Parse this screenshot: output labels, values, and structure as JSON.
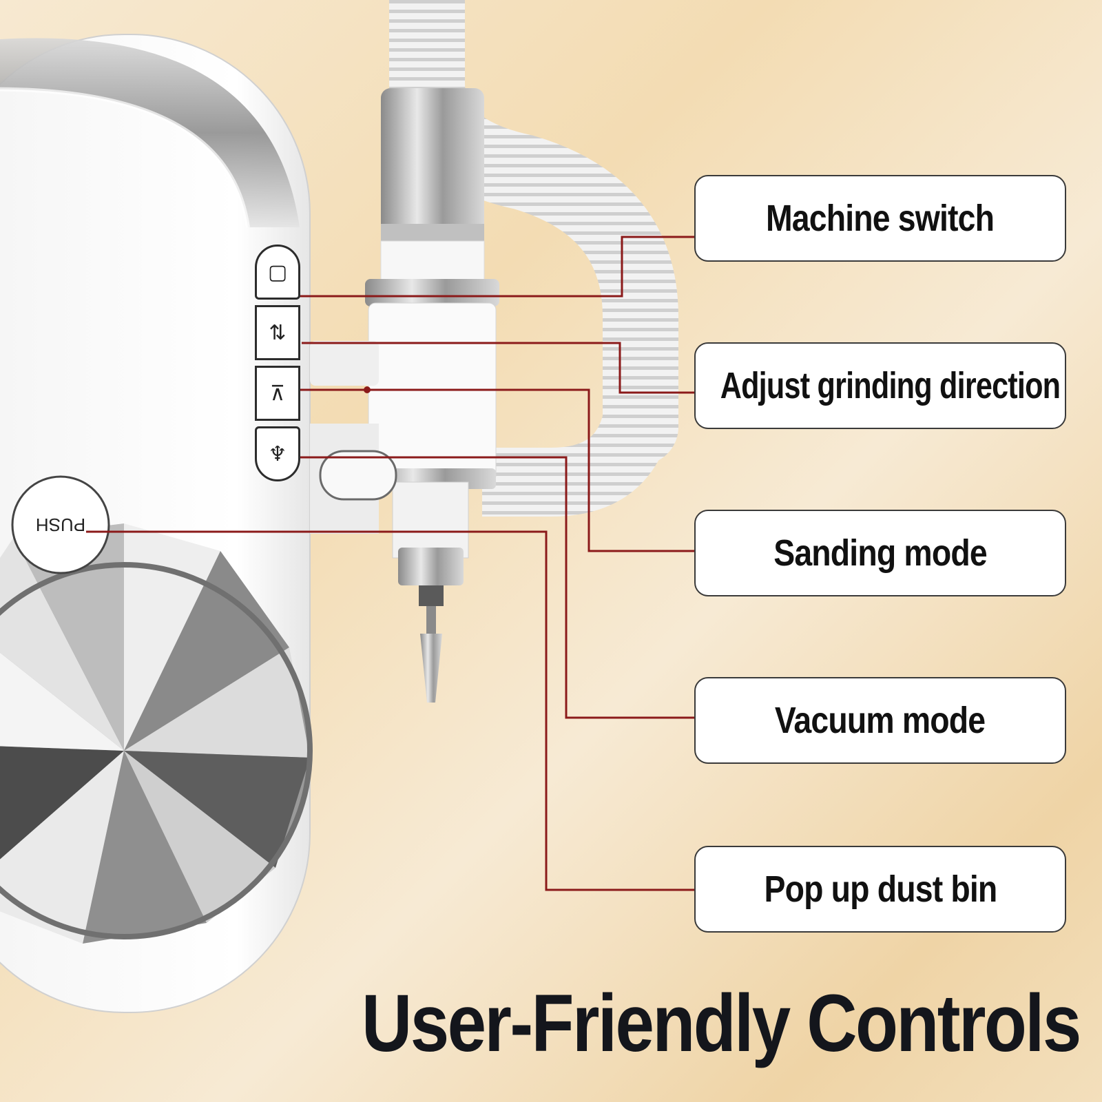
{
  "callouts": [
    {
      "id": "machine_switch",
      "label": "Machine switch"
    },
    {
      "id": "grinding_direction",
      "label": "Adjust grinding direction"
    },
    {
      "id": "sanding_mode",
      "label": "Sanding mode"
    },
    {
      "id": "vacuum_mode",
      "label": "Vacuum mode"
    },
    {
      "id": "dust_bin",
      "label": "Pop up dust bin"
    }
  ],
  "push_button": {
    "label": "PUSH"
  },
  "headline": "User-Friendly Controls",
  "colors": {
    "leader_line": "#8b1a1a",
    "text": "#111111",
    "background": "#f3dcb3"
  },
  "icons": [
    "power-square-icon",
    "rotate-arrows-icon",
    "sanding-icon",
    "vacuum-icon"
  ]
}
